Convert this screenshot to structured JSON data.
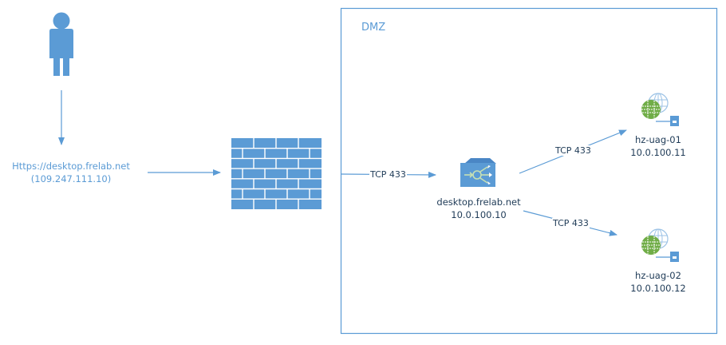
{
  "colors": {
    "primary": "#5b9bd5",
    "text_dark": "#1f3b57",
    "globe_green": "#70ad47",
    "firewall_mortar": "#ffffff"
  },
  "zones": {
    "dmz": {
      "label": "DMZ"
    }
  },
  "nodes": {
    "user": {
      "icon": "user-icon"
    },
    "public_endpoint": {
      "line1": "Https://desktop.frelab.net",
      "line2": "(109.247.111.10)"
    },
    "firewall": {
      "icon": "firewall-icon"
    },
    "load_balancer": {
      "icon": "load-balancer-icon",
      "name": "desktop.frelab.net",
      "ip": "10.0.100.10"
    },
    "uag1": {
      "icon": "web-server-globe-icon",
      "name": "hz-uag-01",
      "ip": "10.0.100.11"
    },
    "uag2": {
      "icon": "web-server-globe-icon",
      "name": "hz-uag-02",
      "ip": "10.0.100.12"
    }
  },
  "edges": {
    "firewall_to_lb": {
      "label": "TCP 433"
    },
    "lb_to_uag1": {
      "label": "TCP 433"
    },
    "lb_to_uag2": {
      "label": "TCP 433"
    }
  }
}
